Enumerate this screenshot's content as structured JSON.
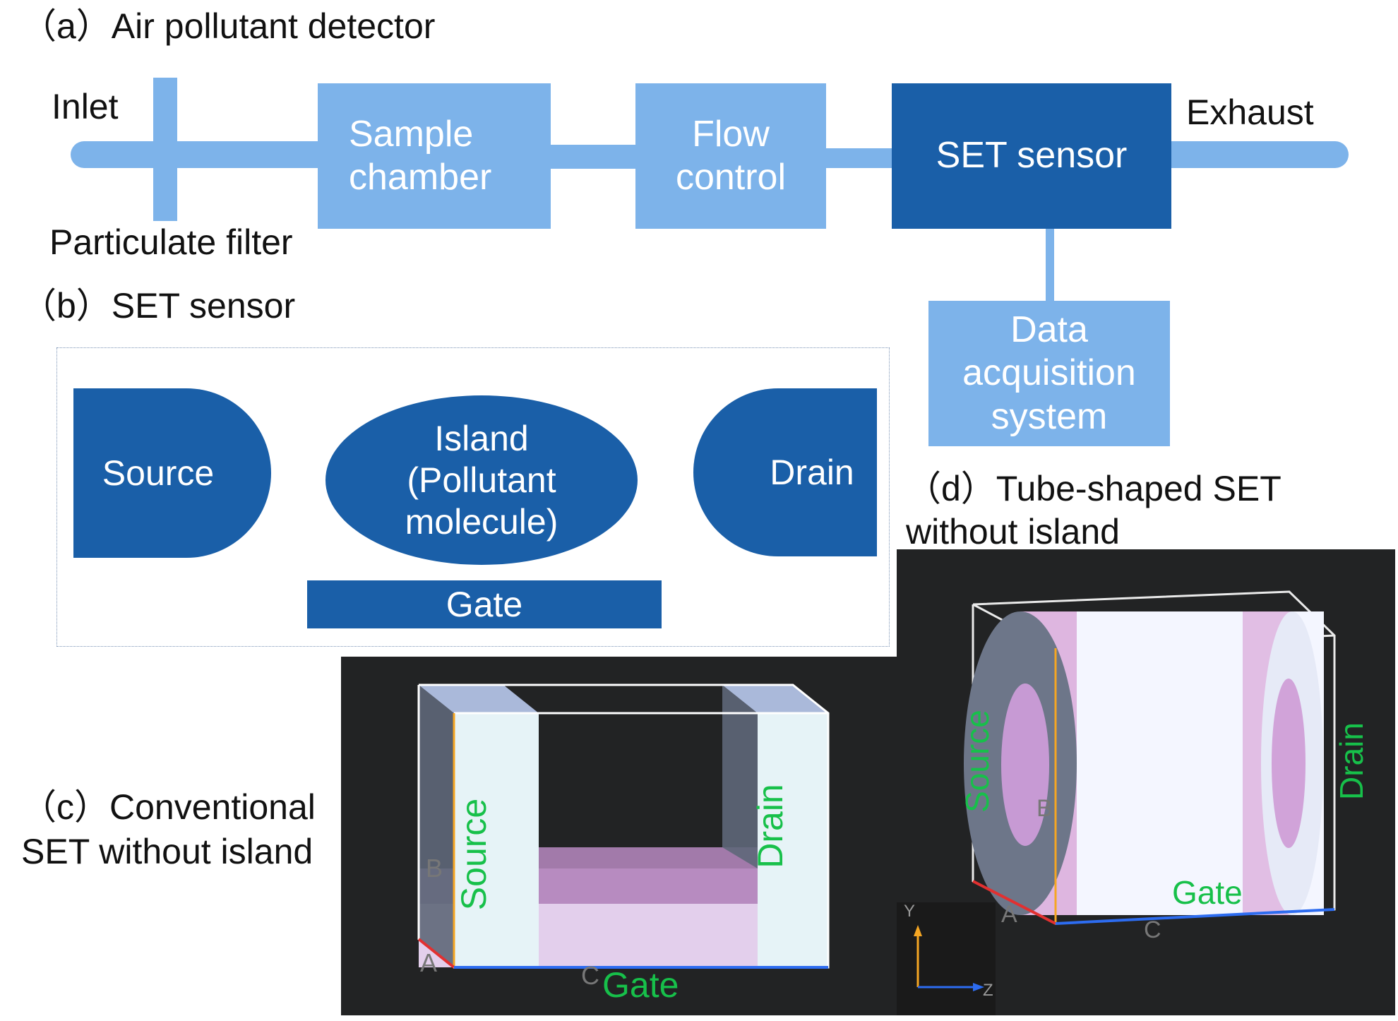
{
  "panel_a": {
    "title": "（a）Air pollutant detector",
    "inlet": "Inlet",
    "exhaust": "Exhaust",
    "filter": "Particulate filter",
    "sample_chamber": "Sample chamber",
    "flow_control": "Flow control",
    "set_sensor": "SET sensor",
    "data_acquisition": "Data acquisition system"
  },
  "panel_b": {
    "title": "（b）SET sensor",
    "source": "Source",
    "island": "Island (Pollutant molecule)",
    "drain": "Drain",
    "gate": "Gate"
  },
  "panel_c": {
    "title": "（c）Conventional SET without island",
    "source": "Source",
    "drain": "Drain",
    "gate": "Gate",
    "axis_a": "A",
    "axis_b": "B",
    "axis_c": "C"
  },
  "panel_d": {
    "title": "（d）Tube-shaped SET without island",
    "source": "Source",
    "drain": "Drain",
    "gate": "Gate",
    "axis_a": "A",
    "axis_b": "B",
    "axis_c": "C",
    "axis_y": "Y",
    "axis_z": "Z"
  },
  "colors": {
    "light_blue": "#7db3ea",
    "dark_blue": "#1a5fa8",
    "label_green": "#17c04a",
    "panel_bg": "#222324"
  }
}
